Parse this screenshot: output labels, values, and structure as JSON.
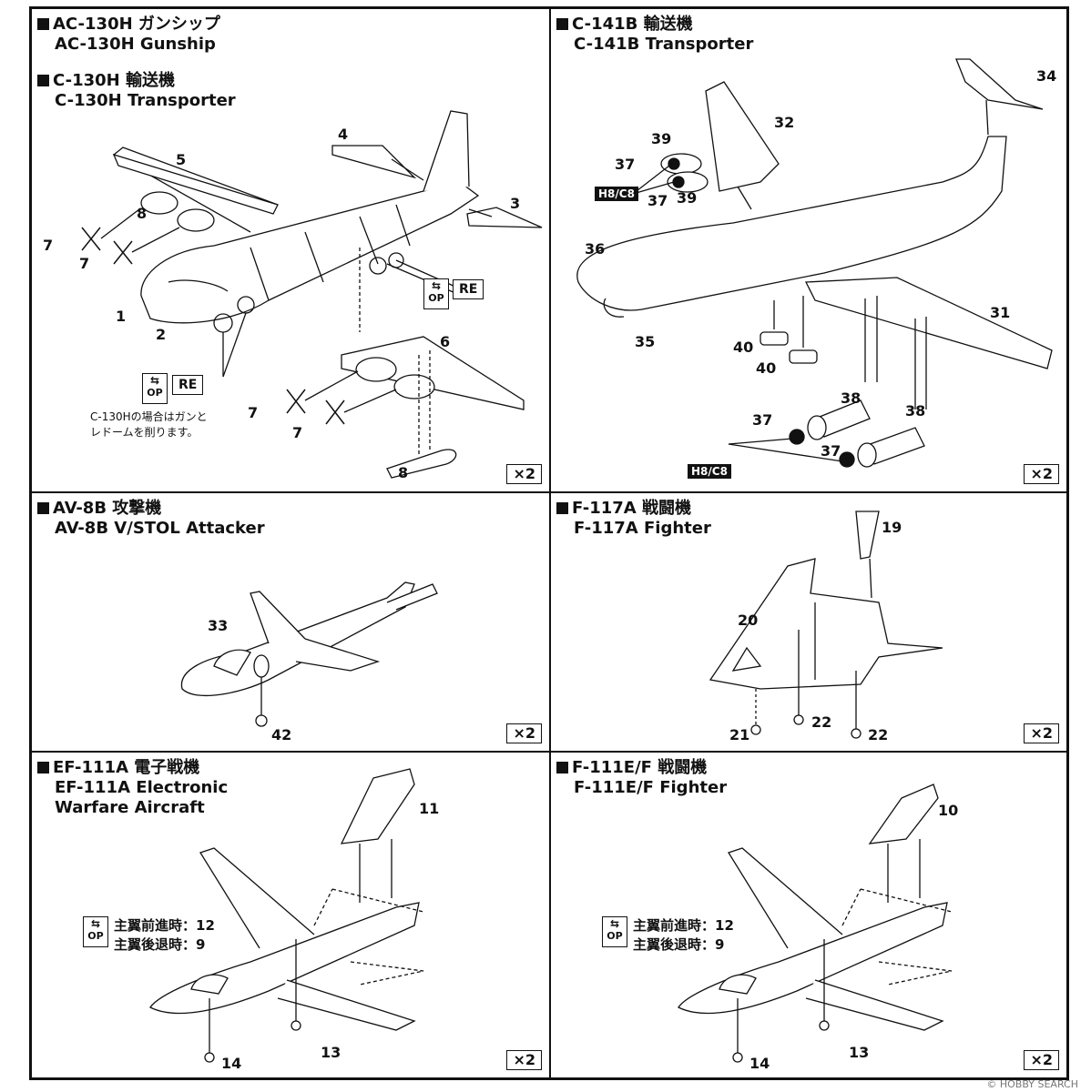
{
  "panels": {
    "ac130": {
      "title1_jp": "AC-130H ガンシップ",
      "title1_en": "AC-130H Gunship",
      "title2_jp": "C-130H 輸送機",
      "title2_en": "C-130H Transporter",
      "note": "C-130Hの場合はガンと\nレドームを削ります。",
      "op": "OP",
      "re": "RE",
      "qty": "×2",
      "parts": [
        "1",
        "2",
        "3",
        "4",
        "5",
        "6",
        "7",
        "7",
        "7",
        "7",
        "8",
        "8"
      ]
    },
    "c141": {
      "title_jp": "C-141B 輸送機",
      "title_en": "C-141B Transporter",
      "paint": "H8/C8",
      "qty": "×2",
      "parts": [
        "31",
        "32",
        "34",
        "35",
        "36",
        "37",
        "37",
        "37",
        "37",
        "38",
        "38",
        "39",
        "39",
        "40",
        "40"
      ]
    },
    "av8b": {
      "title_jp": "AV-8B 攻撃機",
      "title_en": "AV-8B V/STOL Attacker",
      "qty": "×2",
      "parts": [
        "33",
        "42"
      ]
    },
    "f117": {
      "title_jp": "F-117A 戦闘機",
      "title_en": "F-117A  Fighter",
      "qty": "×2",
      "parts": [
        "19",
        "20",
        "21",
        "22",
        "22"
      ]
    },
    "ef111": {
      "title_jp": "EF-111A 電子戦機",
      "title_en1": "EF-111A Electronic",
      "title_en2": "Warfare Aircraft",
      "op": "OP",
      "wing_fwd": "主翼前進時：12",
      "wing_back": "主翼後退時：9",
      "qty": "×2",
      "parts": [
        "11",
        "13",
        "14"
      ]
    },
    "f111": {
      "title_jp": "F-111E/F 戦闘機",
      "title_en": "F-111E/F Fighter",
      "op": "OP",
      "wing_fwd": "主翼前進時：12",
      "wing_back": "主翼後退時：9",
      "qty": "×2",
      "parts": [
        "10",
        "13",
        "14"
      ]
    }
  },
  "watermark": "© HOBBY SEARCH"
}
